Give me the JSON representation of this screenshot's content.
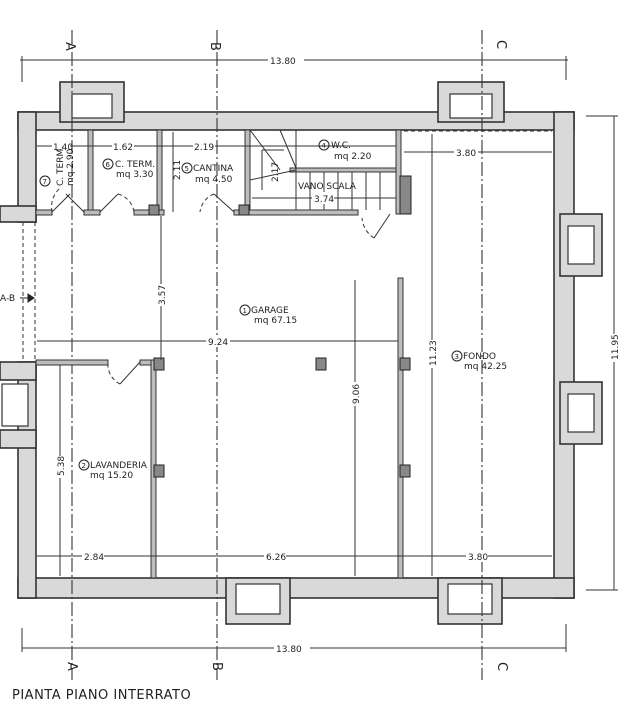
{
  "drawing": {
    "title": "PIANTA PIANO INTERRATO",
    "axes": {
      "a": "A",
      "b": "B",
      "c": "C"
    },
    "section_marker": "A-B",
    "overall_dims": {
      "width_top": "13.80",
      "width_bottom": "13.80",
      "depth_right": "11.95"
    },
    "rooms": [
      {
        "number": "1",
        "name": "GARAGE",
        "area": "mq 67.15"
      },
      {
        "number": "2",
        "name": "LAVANDERIA",
        "area": "mq 15.20"
      },
      {
        "number": "3",
        "name": "FONDO",
        "area": "mq 42.25"
      },
      {
        "number": "4",
        "name": "W.C.",
        "area": "mq 2.20"
      },
      {
        "number": "5",
        "name": "CANTINA",
        "area": "mq 4.50"
      },
      {
        "number": "6",
        "name": "C. TERM.",
        "area": "mq 3.30"
      },
      {
        "number": "7",
        "name": "C. TERM.",
        "area": "mq 2.90"
      }
    ],
    "stair_label": "VANO SCALA",
    "inner_dims": {
      "d_140": "1.40",
      "d_162": "1.62",
      "d_219": "2.19",
      "d_211": "2.11",
      "d_217": "2.17",
      "d_374": "3.74",
      "d_380_top": "3.80",
      "d_357": "3.57",
      "d_924": "9.24",
      "d_906": "9.06",
      "d_1123": "11.23",
      "d_538": "5.38",
      "d_284": "2.84",
      "d_626": "6.26",
      "d_380_bottom": "3.80"
    }
  }
}
